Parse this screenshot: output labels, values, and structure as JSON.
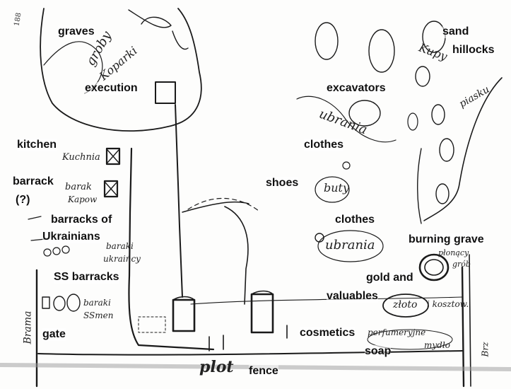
{
  "page_number": "188",
  "labels": {
    "graves": "graves",
    "execution": "execution",
    "kitchen": "kitchen",
    "barrack": "barrack",
    "barrack_query": "(?)",
    "barracks_of_ukrainians": [
      "barracks of",
      "Ukrainians"
    ],
    "ss_barracks": "SS barracks",
    "gate": "gate",
    "fence": "fence",
    "sand_hillocks": [
      "sand",
      "hillocks"
    ],
    "excavators": "excavators",
    "clothes_upper": "clothes",
    "shoes": "shoes",
    "clothes_lower": "clothes",
    "burning_grave": "burning grave",
    "gold_and_valuables": [
      "gold and",
      "valuables"
    ],
    "cosmetics": "cosmetics",
    "soap": "soap"
  },
  "handwriting": {
    "groby": "groby",
    "koparki": "Koparki",
    "kuchnia": "Kuchnia",
    "barak": "barak",
    "kapow": "Kapow",
    "baraki_ukraincy": [
      "baraki",
      "ukraińcy"
    ],
    "baraki_ss": [
      "baraki",
      "SSmen"
    ],
    "brama": "Brama",
    "plot": "plot",
    "kupy": "Kupy",
    "piasku": "piasku",
    "ubrania_upper": "ubrania",
    "buty": "buty",
    "ubrania_lower": "ubrania",
    "plonacy_grob": [
      "płonący",
      "grób"
    ],
    "zloto": "złoto",
    "i_kosztow": "i kosztow.",
    "perfumeryjne": "perfumeryjne",
    "mydlo": "mydło",
    "brz": "Brz"
  },
  "ink_color": "#1a1a1a"
}
